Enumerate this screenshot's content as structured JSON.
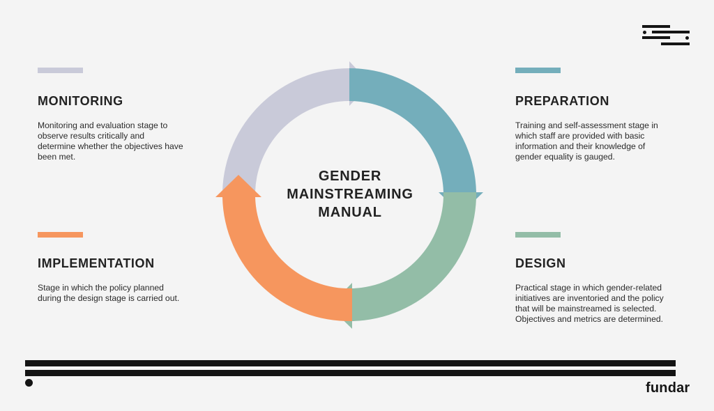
{
  "colors": {
    "monitoring": "#c9cad9",
    "preparation": "#74aebb",
    "design": "#93bda7",
    "implementation": "#f6965e",
    "ink": "#141414"
  },
  "center": {
    "lines": [
      "GENDER",
      "MAINSTREAMING",
      "MANUAL"
    ]
  },
  "stages": {
    "monitoring": {
      "title": "MONITORING",
      "description": "Monitoring and evaluation stage to observe results critically and determine whether the objectives have been met."
    },
    "preparation": {
      "title": "PREPARATION",
      "description": "Training and self-assessment stage in which staff are provided with basic information and their knowledge of gender equality is gauged."
    },
    "implementation": {
      "title": "IMPLEMENTATION",
      "description": "Stage in which the policy planned during the design stage is carried out."
    },
    "design": {
      "title": "DESIGN",
      "description": "Practical stage in which gender-related initiatives are inventoried and the policy that will be mainstreamed is selected. Objectives and metrics are determined."
    }
  },
  "brand": "fundar",
  "icons": {
    "logo": "menu-lines-icon"
  }
}
